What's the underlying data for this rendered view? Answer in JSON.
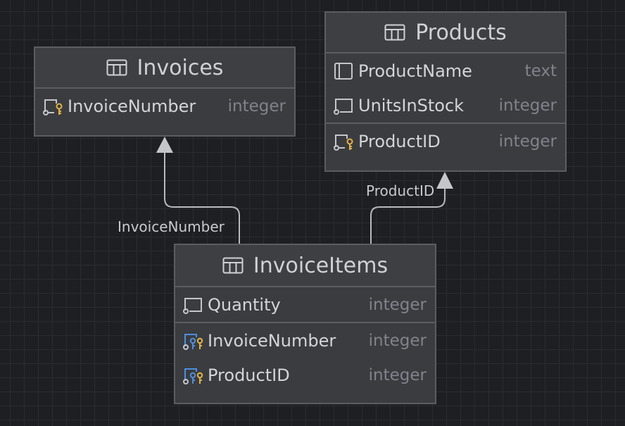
{
  "tables": {
    "invoices": {
      "title": "Invoices",
      "icon": "table-icon",
      "columns": [
        {
          "name": "InvoiceNumber",
          "type": "integer",
          "icon": "primary-key-icon"
        }
      ]
    },
    "products": {
      "title": "Products",
      "icon": "table-icon",
      "columns": [
        {
          "name": "ProductName",
          "type": "text",
          "icon": "column-icon"
        },
        {
          "name": "UnitsInStock",
          "type": "integer",
          "icon": "column-nullable-icon"
        },
        {
          "name": "ProductID",
          "type": "integer",
          "icon": "primary-key-icon"
        }
      ]
    },
    "invoiceitems": {
      "title": "InvoiceItems",
      "icon": "table-icon",
      "columns": [
        {
          "name": "Quantity",
          "type": "integer",
          "icon": "column-nullable-icon"
        },
        {
          "name": "InvoiceNumber",
          "type": "integer",
          "icon": "foreign-primary-key-icon"
        },
        {
          "name": "ProductID",
          "type": "integer",
          "icon": "foreign-primary-key-icon"
        }
      ]
    }
  },
  "relations": [
    {
      "label": "InvoiceNumber",
      "from": "InvoiceItems",
      "to": "Invoices"
    },
    {
      "label": "ProductID",
      "from": "InvoiceItems",
      "to": "Products"
    }
  ],
  "colors": {
    "background": "#1e1f22",
    "grid": "#2a2c30",
    "table_body": "#3a3c3f",
    "table_border": "#5b5d61",
    "key_gold": "#e3b341",
    "key_blue": "#4d8fe0",
    "connector": "#b8babd"
  }
}
